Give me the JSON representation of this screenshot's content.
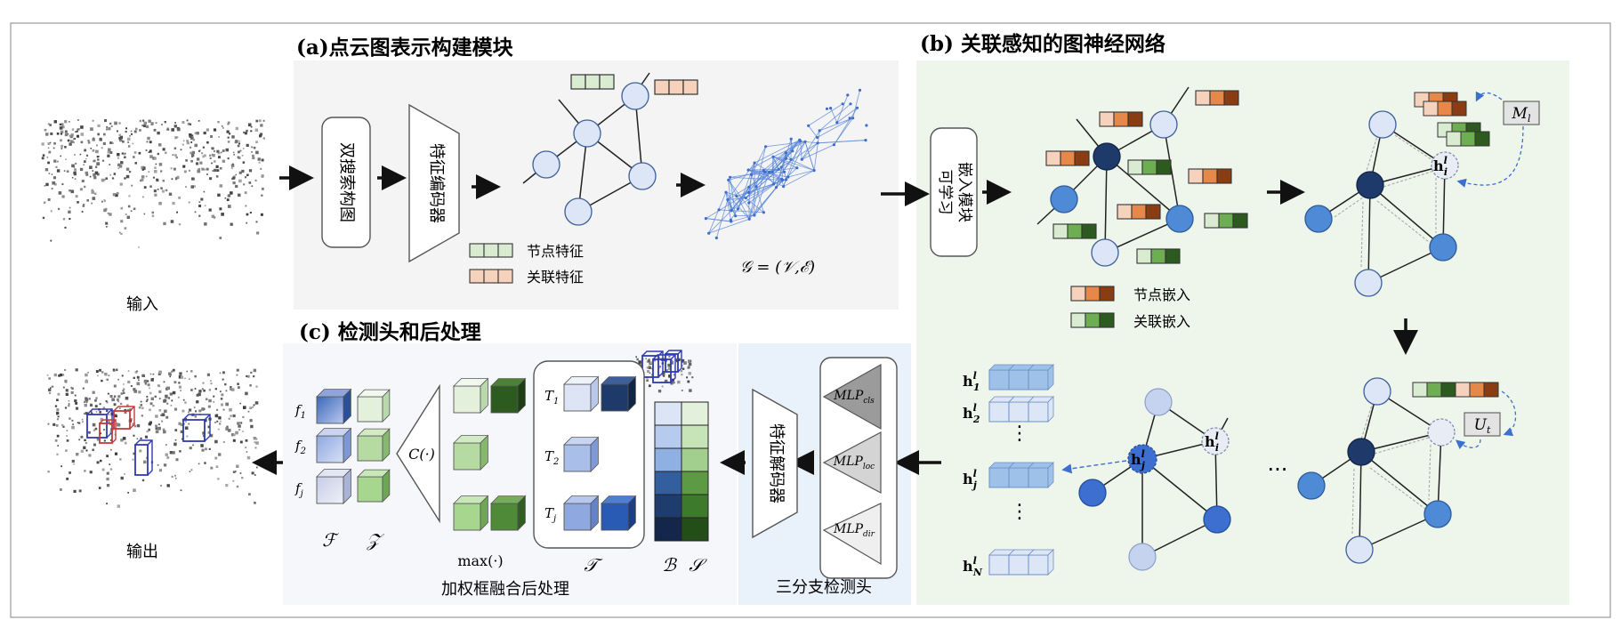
{
  "labels": {
    "input": "输入",
    "output": "输出"
  },
  "panel_a": {
    "title": "(a)点云图表示构建模块",
    "dual_search": "双搜索构图",
    "feature_encoder": "特征编码器",
    "legend_node": "节点特征",
    "legend_edge": "关联特征",
    "graph_eq": "𝒢 = (𝒱,ℰ)"
  },
  "panel_b": {
    "title": "(b) 关联感知的图神经网络",
    "learnable_line1": "可学习",
    "learnable_line2": "嵌入模块",
    "legend_node": "节点嵌入",
    "legend_edge": "关联嵌入",
    "M_label": "M",
    "M_sub": "l",
    "U_label": "U",
    "U_sub": "t",
    "h_bold": "h",
    "h_sup": "l",
    "h1_sub": "1",
    "h2_sub": "2",
    "hj_sub": "j",
    "hN_sub": "N",
    "hi_sub": "i",
    "vdots": "⋮",
    "hdots": "···"
  },
  "panel_c": {
    "title": "(c) 检测头和后处理",
    "decoder": "特征解码器",
    "triple_head": "三分支检测头",
    "mlp_text": "MLP",
    "mlp_cls": "cls",
    "mlp_loc": "loc",
    "mlp_dir": "dir",
    "f_text": "f",
    "f1_sub": "1",
    "f2_sub": "2",
    "fj_sub": "j",
    "T_text": "T",
    "T1_sub": "1",
    "T2_sub": "2",
    "Tj_sub": "j",
    "conv": "C(·)",
    "max": "max(·)",
    "F_cal": "ℱ",
    "Z_cal": "𝒵",
    "T_cal": "𝒯",
    "B_cal": "ℬ",
    "S_cal": "𝒮",
    "wbf": "加权框融合后处理"
  },
  "colors": {
    "panel_a_bg": "#f4f4f4",
    "panel_b_bg": "#eef5ea",
    "panel_c_bg": "#f6f7fb",
    "head_bg": "#e9f1fa",
    "node_light": "#dce6f6",
    "node_mid": "#4f8ad6",
    "node_dark": "#1d3a6b",
    "orange_light": "#f6d2bd",
    "orange_mid": "#e6884a",
    "orange_dark": "#8a3d12",
    "green_light": "#d9ecd1",
    "green_mid": "#6eae52",
    "green_dark": "#2c5a1f",
    "box_blue": "#2f3bb0",
    "box_red": "#c33a3a"
  }
}
